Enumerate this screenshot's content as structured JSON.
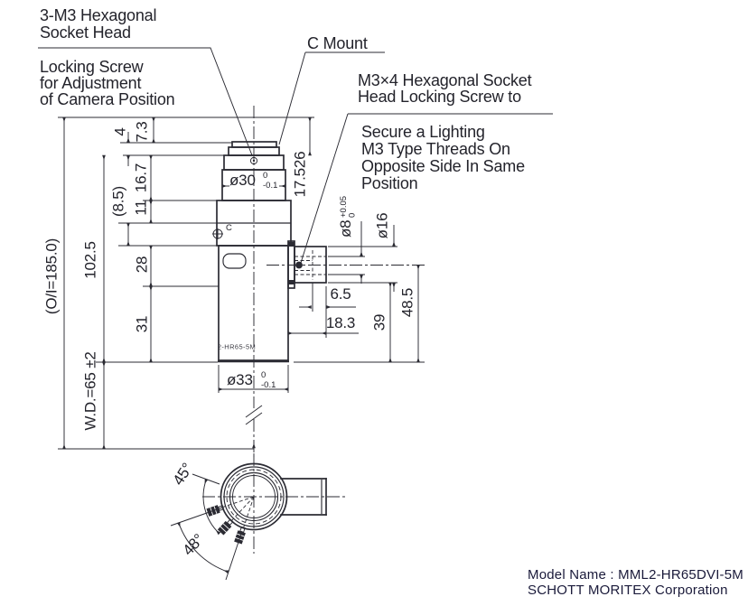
{
  "drawing": {
    "callouts": {
      "socket_head_line1": "3-M3 Hexagonal",
      "socket_head_line2": "Socket Head",
      "locking_line1": "Locking Screw",
      "locking_line2": "for Adjustment",
      "locking_line3": "of Camera Position",
      "c_mount": "C Mount",
      "m3x4_line1": "M3×4 Hexagonal Socket",
      "m3x4_line2": "Head Locking Screw to",
      "secure_line1": "Secure a Lighting",
      "secure_line2": "M3 Type Threads On",
      "secure_line3": "Opposite Side In Same",
      "secure_line4": "Position"
    },
    "dims": {
      "overall": "(O/I=185.0)",
      "upper_length": "102.5",
      "working_distance": "W.D.=65 ±2",
      "focus_section": "(8.5)",
      "d4": "4",
      "d7_3": "7.3",
      "d16_7": "16.7",
      "d11": "11",
      "d28": "28",
      "d31": "31",
      "flange": "17.526",
      "d6_5": "6.5",
      "d18_3": "18.3",
      "d39": "39",
      "d48_5": "48.5",
      "angle45": "45°",
      "angle48": "48°",
      "dia30_main": "ø30",
      "dia30_up": "0",
      "dia30_low": "-0.1",
      "dia33_main": "ø33",
      "dia33_up": "0",
      "dia33_low": "-0.1",
      "dia8_main": "ø8",
      "dia8_up": "+0.05",
      "dia8_low": "0",
      "dia16": "ø16"
    },
    "marks": {
      "datum": "C",
      "body_marking": "2-HR65-5M"
    },
    "footer": {
      "model": "Model Name : MML2-HR65DVI-5M",
      "company": "SCHOTT MORITEX Corporation"
    },
    "colors": {
      "line": "#2b2b33",
      "text": "#23232b",
      "footer": "#1a1a3a",
      "background": "#ffffff"
    }
  }
}
